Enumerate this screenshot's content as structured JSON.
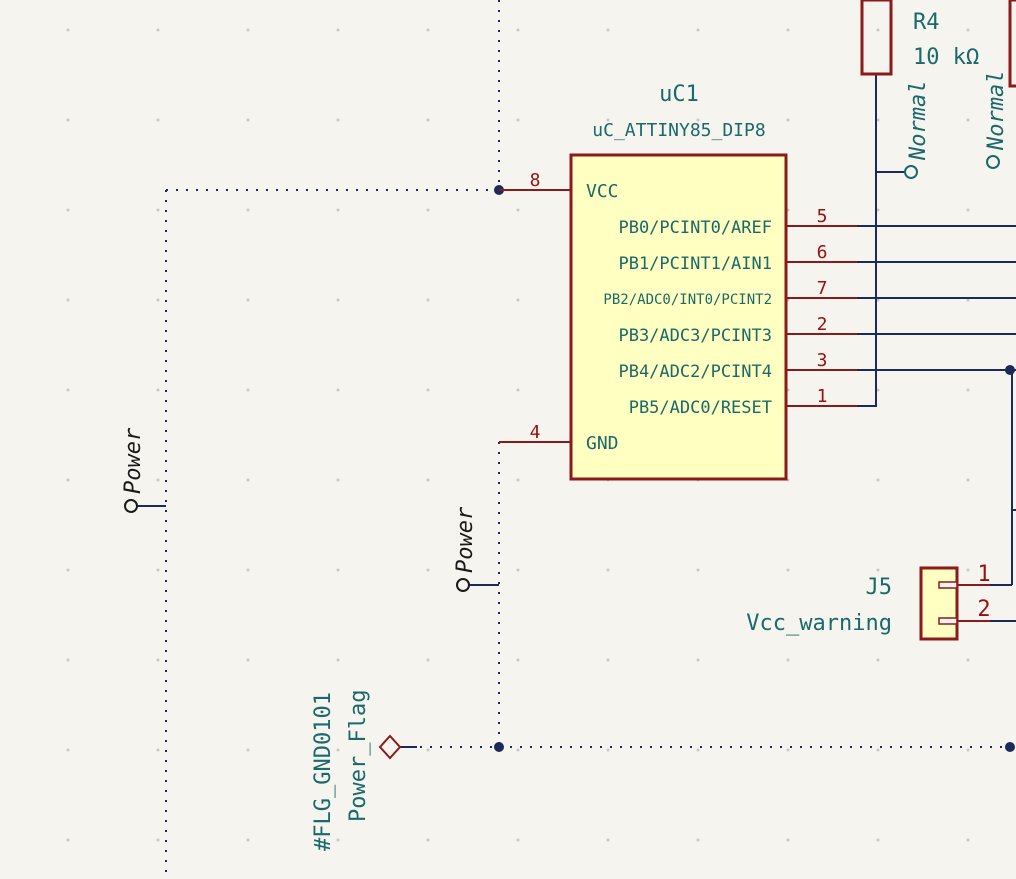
{
  "colors": {
    "background": "#f5f4ef",
    "grid_dot": "#c8c8c8",
    "wire": "#1b2a5a",
    "symbol_outline": "#8b1a1a",
    "symbol_fill": "#ffffc2",
    "pin_number": "#9a1010",
    "text": "#1a6a6a"
  },
  "ic": {
    "reference": "uC1",
    "value": "uC_ATTINY85_DIP8",
    "pins_left": [
      {
        "name": "VCC",
        "number": "8"
      },
      {
        "name": "GND",
        "number": "4"
      }
    ],
    "pins_right": [
      {
        "name": "PB0/PCINT0/AREF",
        "number": "5"
      },
      {
        "name": "PB1/PCINT1/AIN1",
        "number": "6"
      },
      {
        "name": "PB2/ADC0/INT0/PCINT2",
        "number": "7"
      },
      {
        "name": "PB3/ADC3/PCINT3",
        "number": "2"
      },
      {
        "name": "PB4/ADC2/PCINT4",
        "number": "3"
      },
      {
        "name": "PB5/ADC0/RESET",
        "number": "1"
      }
    ]
  },
  "resistor": {
    "reference": "R4",
    "value": "10 kΩ"
  },
  "connector": {
    "reference": "J5",
    "value": "Vcc_warning",
    "pins": [
      "1",
      "2"
    ]
  },
  "power_symbols": [
    {
      "label": "Power",
      "style": "hollow-circle"
    },
    {
      "label": "Power",
      "style": "hollow-circle"
    }
  ],
  "normal_symbols": [
    {
      "label": "Normal",
      "style": "hollow-circle"
    },
    {
      "label": "Normal",
      "style": "hollow-circle"
    }
  ],
  "power_flag": {
    "reference": "#FLG_GND0101",
    "value": "Power_Flag",
    "style": "diamond"
  }
}
